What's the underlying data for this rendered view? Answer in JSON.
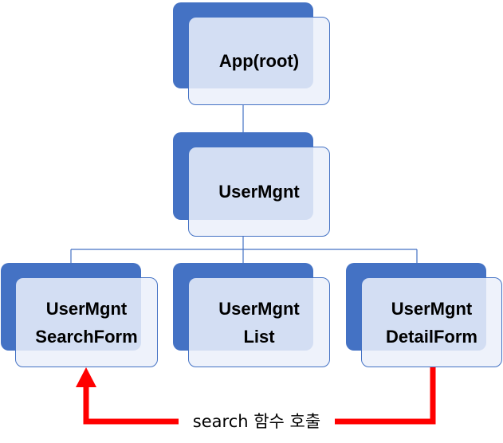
{
  "diagram": {
    "nodes": {
      "app": {
        "label": "App(root)"
      },
      "usermgnt": {
        "label": "UserMgnt"
      },
      "search_form": {
        "line1": "UserMgnt",
        "line2": "SearchForm"
      },
      "list": {
        "line1": "UserMgnt",
        "line2": "List"
      },
      "detail_form": {
        "line1": "UserMgnt",
        "line2": "DetailForm"
      }
    },
    "call_arrow": {
      "label": "search 함수 호출",
      "color": "#ff0000"
    },
    "colors": {
      "box_back": "#4472c4",
      "box_front": "#ebf0fa",
      "connector": "#4472c4"
    }
  }
}
